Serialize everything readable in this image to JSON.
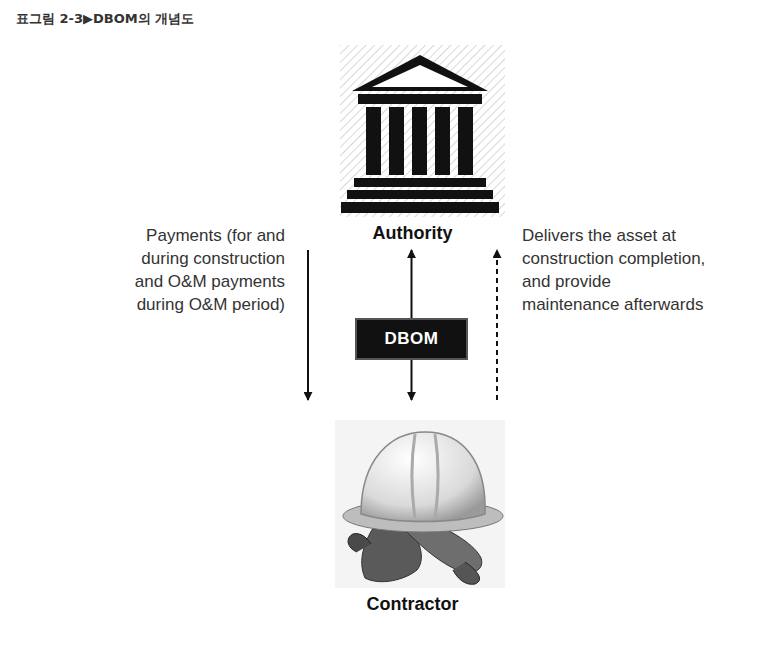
{
  "diagram": {
    "title": "표그림 2-3▶DBOM의 개념도",
    "nodes": [
      {
        "text": [
          "Authority"
        ]
      },
      {
        "text": [
          "DBOM"
        ]
      },
      {
        "text": [
          "Contractor"
        ]
      }
    ],
    "edges": [
      {
        "from": 1,
        "to": 0,
        "arrow": "to"
      },
      {
        "from": 1,
        "to": 2,
        "arrow": "to"
      },
      {
        "from": 0,
        "to": 2,
        "arrow": "to",
        "label": "Payments (for and during construction and O&M payments during O&M period)"
      },
      {
        "from": 2,
        "to": 0,
        "arrow": "to",
        "label": "Delivers the asset at construction completion, and provide maintenance afterwards"
      }
    ]
  }
}
